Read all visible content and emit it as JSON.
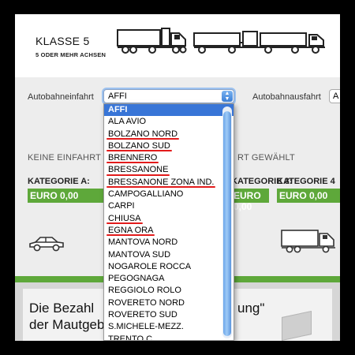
{
  "header": {
    "title": "KLASSE 5",
    "subtitle": "5 ODER MEHR ACHSEN"
  },
  "entry": {
    "label": "Autobahneinfahrt",
    "selected": "AFFI"
  },
  "exit": {
    "label": "Autobahnausfahrt",
    "selected": "A"
  },
  "message": {
    "left": "KEINE EINFAHRT",
    "right": "RT GEWÄHLT"
  },
  "categories": [
    {
      "label": "KATEGORIE A:",
      "price": "EURO 0,00"
    },
    {
      "label": "KATEGORIE 3:",
      "price": "EURO 0,00"
    },
    {
      "label": "KATEGORIE 4",
      "price": "EURO 0,00"
    }
  ],
  "banner": {
    "line1_left": "Die Bezahl",
    "line1_right": "ung\"",
    "line2": "der Mautgebühr"
  },
  "dropdown": {
    "options": [
      {
        "label": "AFFI",
        "selected": true,
        "underlined": false
      },
      {
        "label": "ALA AVIO",
        "selected": false,
        "underlined": false
      },
      {
        "label": "BOLZANO NORD",
        "selected": false,
        "underlined": true
      },
      {
        "label": "BOLZANO SUD",
        "selected": false,
        "underlined": true
      },
      {
        "label": "BRENNERO",
        "selected": false,
        "underlined": true
      },
      {
        "label": "BRESSANONE",
        "selected": false,
        "underlined": true
      },
      {
        "label": "BRESSANONE ZONA IND.",
        "selected": false,
        "underlined": true
      },
      {
        "label": "CAMPOGALLIANO",
        "selected": false,
        "underlined": false
      },
      {
        "label": "CARPI",
        "selected": false,
        "underlined": false
      },
      {
        "label": "CHIUSA",
        "selected": false,
        "underlined": true
      },
      {
        "label": "EGNA ORA",
        "selected": false,
        "underlined": true
      },
      {
        "label": "MANTOVA NORD",
        "selected": false,
        "underlined": false
      },
      {
        "label": "MANTOVA SUD",
        "selected": false,
        "underlined": false
      },
      {
        "label": "NOGAROLE ROCCA",
        "selected": false,
        "underlined": false
      },
      {
        "label": "PEGOGNAGA",
        "selected": false,
        "underlined": false
      },
      {
        "label": "REGGIOLO ROLO",
        "selected": false,
        "underlined": false
      },
      {
        "label": "ROVERETO NORD",
        "selected": false,
        "underlined": false
      },
      {
        "label": "ROVERETO SUD",
        "selected": false,
        "underlined": false
      },
      {
        "label": "S.MICHELE-MEZZ.",
        "selected": false,
        "underlined": false
      },
      {
        "label": "TRENTO C.",
        "selected": false,
        "underlined": false
      }
    ]
  },
  "icons": [
    "truck-trailer-icon",
    "road-train-icon",
    "car-icon",
    "lorry-icon",
    "up-down-arrows-icon"
  ],
  "colors": {
    "accent_green": "#5ea83a",
    "selection_blue": "#3875d7",
    "underline_red": "#e21b1b"
  }
}
